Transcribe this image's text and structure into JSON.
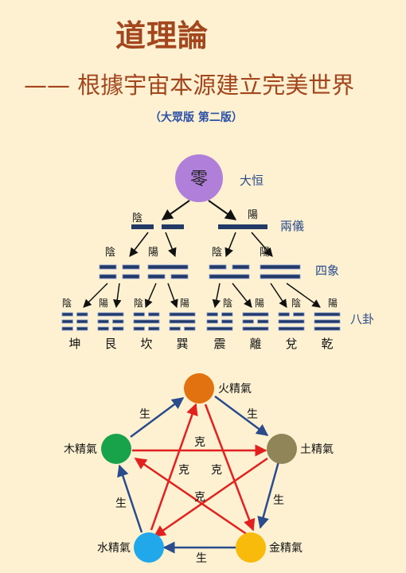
{
  "header": {
    "title": "道理論",
    "subtitle": "—— 根據宇宙本源建立完美世界",
    "edition": "（大眾版  第二版）"
  },
  "tree": {
    "root": {
      "label": "零",
      "caption": "大恒"
    },
    "level_captions": {
      "liangyi": "兩儀",
      "sixiang": "四象",
      "bagua": "八卦"
    },
    "yin": "陰",
    "yang": "陽",
    "trigrams": [
      "坤",
      "艮",
      "坎",
      "巽",
      "震",
      "離",
      "兌",
      "乾"
    ]
  },
  "wuxing": {
    "nodes": {
      "fire": {
        "label": "火精氣",
        "color": "#e2720f"
      },
      "earth": {
        "label": "土精氣",
        "color": "#8f8558"
      },
      "metal": {
        "label": "金精氣",
        "color": "#f8bb0b"
      },
      "water": {
        "label": "水精氣",
        "color": "#21a8ea"
      },
      "wood": {
        "label": "木精氣",
        "color": "#18a24a"
      }
    },
    "generate_label": "生",
    "control_label": "克",
    "generate_color": "#2a4c8c",
    "control_color": "#e2211f"
  }
}
